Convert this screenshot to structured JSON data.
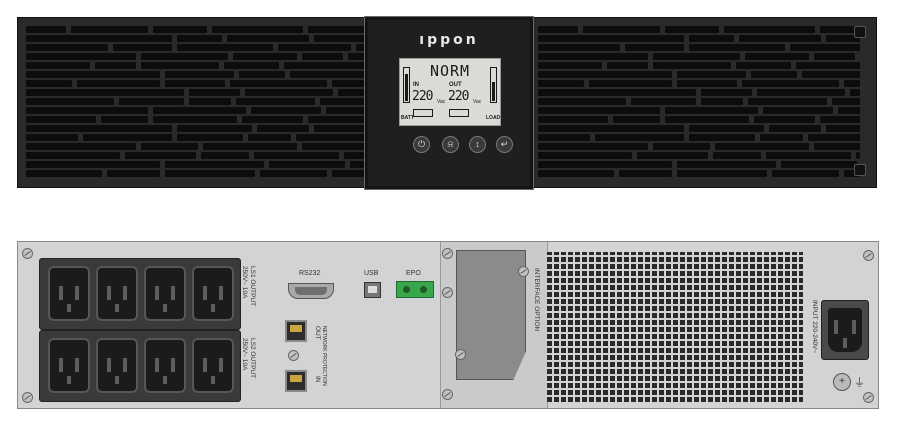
{
  "front_panel": {
    "brand": "ıppon",
    "lcd": {
      "mode": "NORM",
      "in_label": "IN",
      "out_label": "OUT",
      "in_value": "220",
      "out_value": "220",
      "in_unit": "Vac",
      "out_unit": "Vac",
      "batt_label": "BATT",
      "load_label": "LOAD"
    },
    "buttons": [
      {
        "icon": "power-icon",
        "glyph": "⏻"
      },
      {
        "icon": "mute-icon",
        "glyph": "⍾"
      },
      {
        "icon": "scroll-icon",
        "glyph": "↕"
      },
      {
        "icon": "enter-icon",
        "glyph": "↵"
      }
    ]
  },
  "rear_panel": {
    "ls1_label": "LS1 OUTPUT",
    "ls1_rating": "250V~ 10A",
    "ls2_label": "LS2 OUTPUT",
    "ls2_rating": "250V~ 10A",
    "rs232_label": "RS232",
    "usb_label": "USB",
    "epo_label": "EPO",
    "net_out_label": "OUT",
    "net_in_label": "IN",
    "net_protection_label": "NETWORK PROTECTION",
    "interface_label": "INTERFACE OPTION",
    "input_label": "INPUT 220-240V~",
    "ground_symbol": "⏚"
  }
}
